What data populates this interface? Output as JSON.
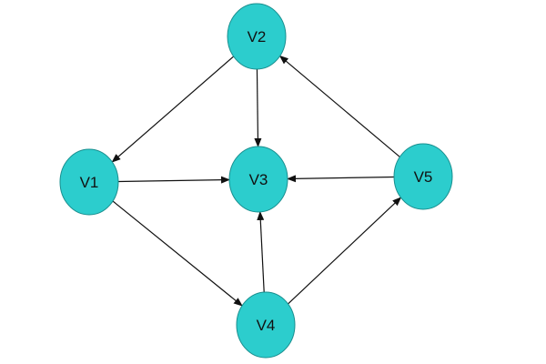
{
  "diagram": {
    "node_fill": "#2ccdcd",
    "node_stroke": "#1a8f8f",
    "edge_color": "#111111",
    "nodes": [
      {
        "id": "v1",
        "label": "V1"
      },
      {
        "id": "v2",
        "label": "V2"
      },
      {
        "id": "v3",
        "label": "V3"
      },
      {
        "id": "v4",
        "label": "V4"
      },
      {
        "id": "v5",
        "label": "V5"
      }
    ],
    "edges": [
      {
        "from": "v2",
        "to": "v1"
      },
      {
        "from": "v2",
        "to": "v3"
      },
      {
        "from": "v1",
        "to": "v3"
      },
      {
        "from": "v1",
        "to": "v4"
      },
      {
        "from": "v4",
        "to": "v3"
      },
      {
        "from": "v4",
        "to": "v5"
      },
      {
        "from": "v5",
        "to": "v3"
      },
      {
        "from": "v5",
        "to": "v2"
      }
    ]
  }
}
